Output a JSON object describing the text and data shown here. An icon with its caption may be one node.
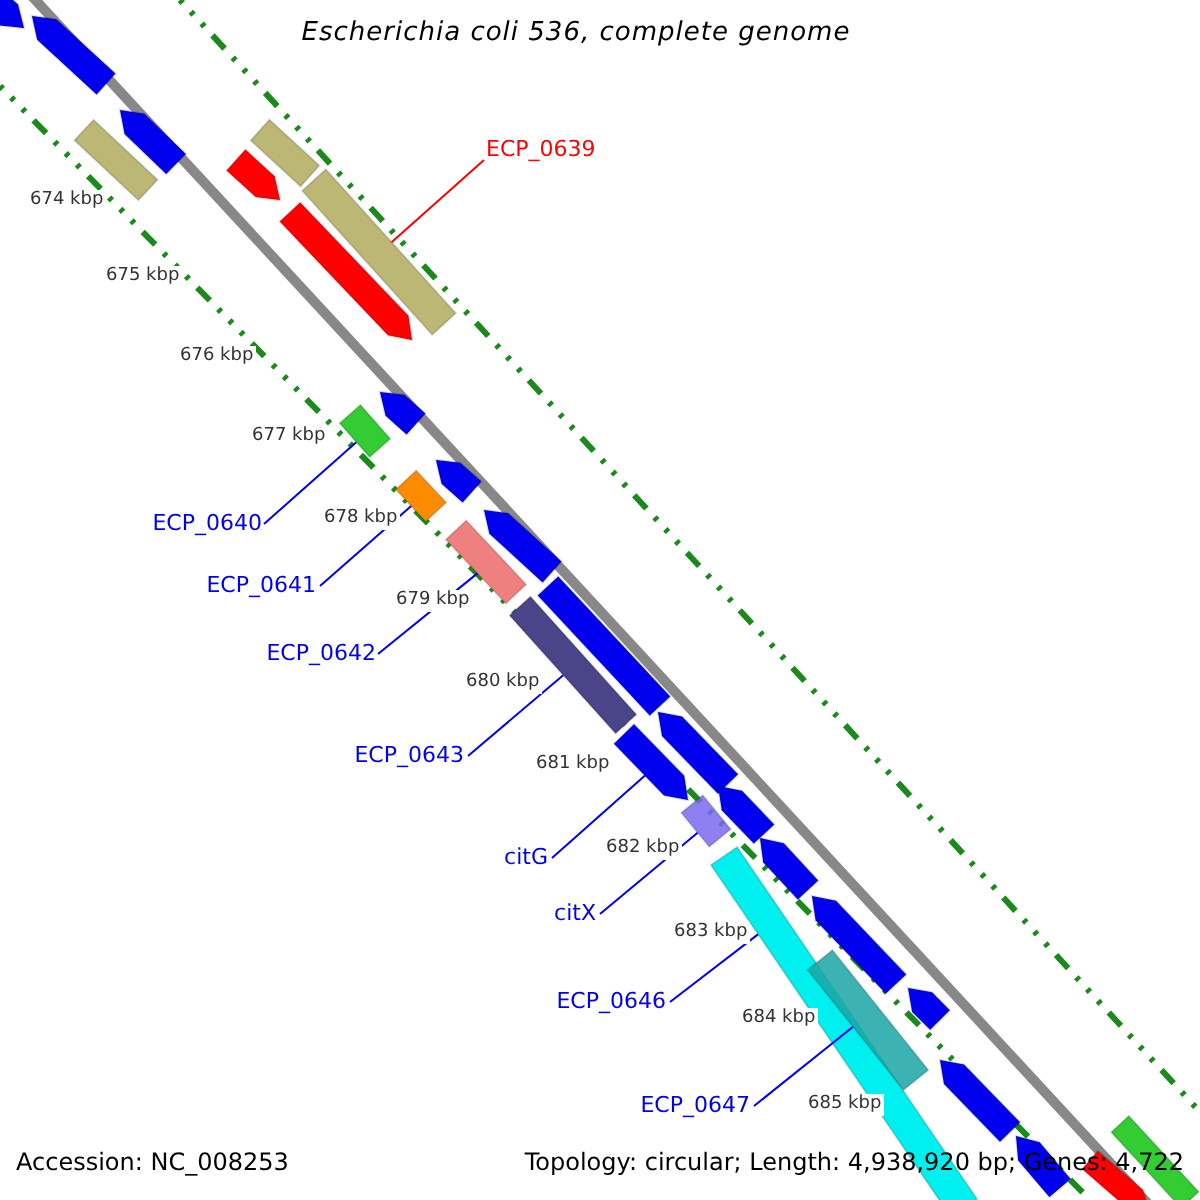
{
  "diagram": {
    "title": "Escherichia coli 536, complete genome",
    "nodes": [
      {
        "text": [
          "ECP_0639"
        ]
      },
      {
        "text": [
          "ECP_0640"
        ]
      },
      {
        "text": [
          "ECP_0641"
        ]
      },
      {
        "text": [
          "ECP_0642"
        ]
      },
      {
        "text": [
          "ECP_0643"
        ]
      },
      {
        "text": [
          "citG"
        ]
      },
      {
        "text": [
          "citX"
        ]
      },
      {
        "text": [
          "ECP_0646"
        ]
      },
      {
        "text": [
          "ECP_0647"
        ]
      },
      {
        "text": [],
        "shape": "bar"
      },
      {
        "text": [],
        "shape": "bar"
      },
      {
        "text": [],
        "shape": "bar"
      },
      {
        "text": [],
        "shape": "bar"
      },
      {
        "text": [],
        "shape": "bar"
      },
      {
        "text": [],
        "shape": "bar"
      },
      {
        "text": [],
        "shape": "bar"
      },
      {
        "text": [],
        "shape": "bar"
      },
      {
        "text": [],
        "shape": "bar"
      },
      {
        "text": [],
        "shape": "bar"
      },
      {
        "text": [],
        "shape": "bar"
      },
      {
        "text": [],
        "shape": "bar"
      },
      {
        "text": [],
        "shape": "bar"
      },
      {
        "text": [],
        "shape": "bar"
      },
      {
        "text": [],
        "shape": "bar"
      },
      {
        "text": [],
        "shape": "bar"
      },
      {
        "text": [],
        "shape": "bar"
      },
      {
        "text": [],
        "shape": "bar"
      },
      {
        "text": [],
        "shape": "bar"
      },
      {
        "text": [],
        "shape": "bar"
      },
      {
        "text": [],
        "shape": "bar"
      },
      {
        "text": [],
        "shape": "bar"
      },
      {
        "text": [],
        "shape": "bar"
      },
      {
        "text": [],
        "shape": "bar"
      },
      {
        "text": [],
        "shape": "bar"
      },
      {
        "text": [],
        "shape": "bar"
      },
      {
        "text": [],
        "shape": "bar"
      },
      {
        "text": [],
        "shape": "bar"
      },
      {
        "text": [],
        "shape": "bar"
      }
    ],
    "edges": [
      {
        "from": 0,
        "to": 9,
        "arrow": "none",
        "color": "#ff0000"
      },
      {
        "from": 1,
        "to": 10,
        "arrow": "none"
      },
      {
        "from": 2,
        "to": 11,
        "arrow": "none"
      },
      {
        "from": 3,
        "to": 12,
        "arrow": "none"
      },
      {
        "from": 4,
        "to": 13,
        "arrow": "none"
      },
      {
        "from": 5,
        "to": 14,
        "arrow": "none"
      },
      {
        "from": 6,
        "to": 15,
        "arrow": "none"
      },
      {
        "from": 7,
        "to": 16,
        "arrow": "none"
      },
      {
        "from": 8,
        "to": 17,
        "arrow": "none"
      }
    ],
    "labels": [
      "674 kbp",
      "675 kbp",
      "676 kbp",
      "677 kbp",
      "678 kbp",
      "679 kbp",
      "680 kbp",
      "681 kbp",
      "682 kbp",
      "683 kbp",
      "684 kbp",
      "685 kbp",
      "Accession: NC_008253",
      "Topology: circular; Length: 4,938,920 bp; Genes: 4,722"
    ]
  }
}
